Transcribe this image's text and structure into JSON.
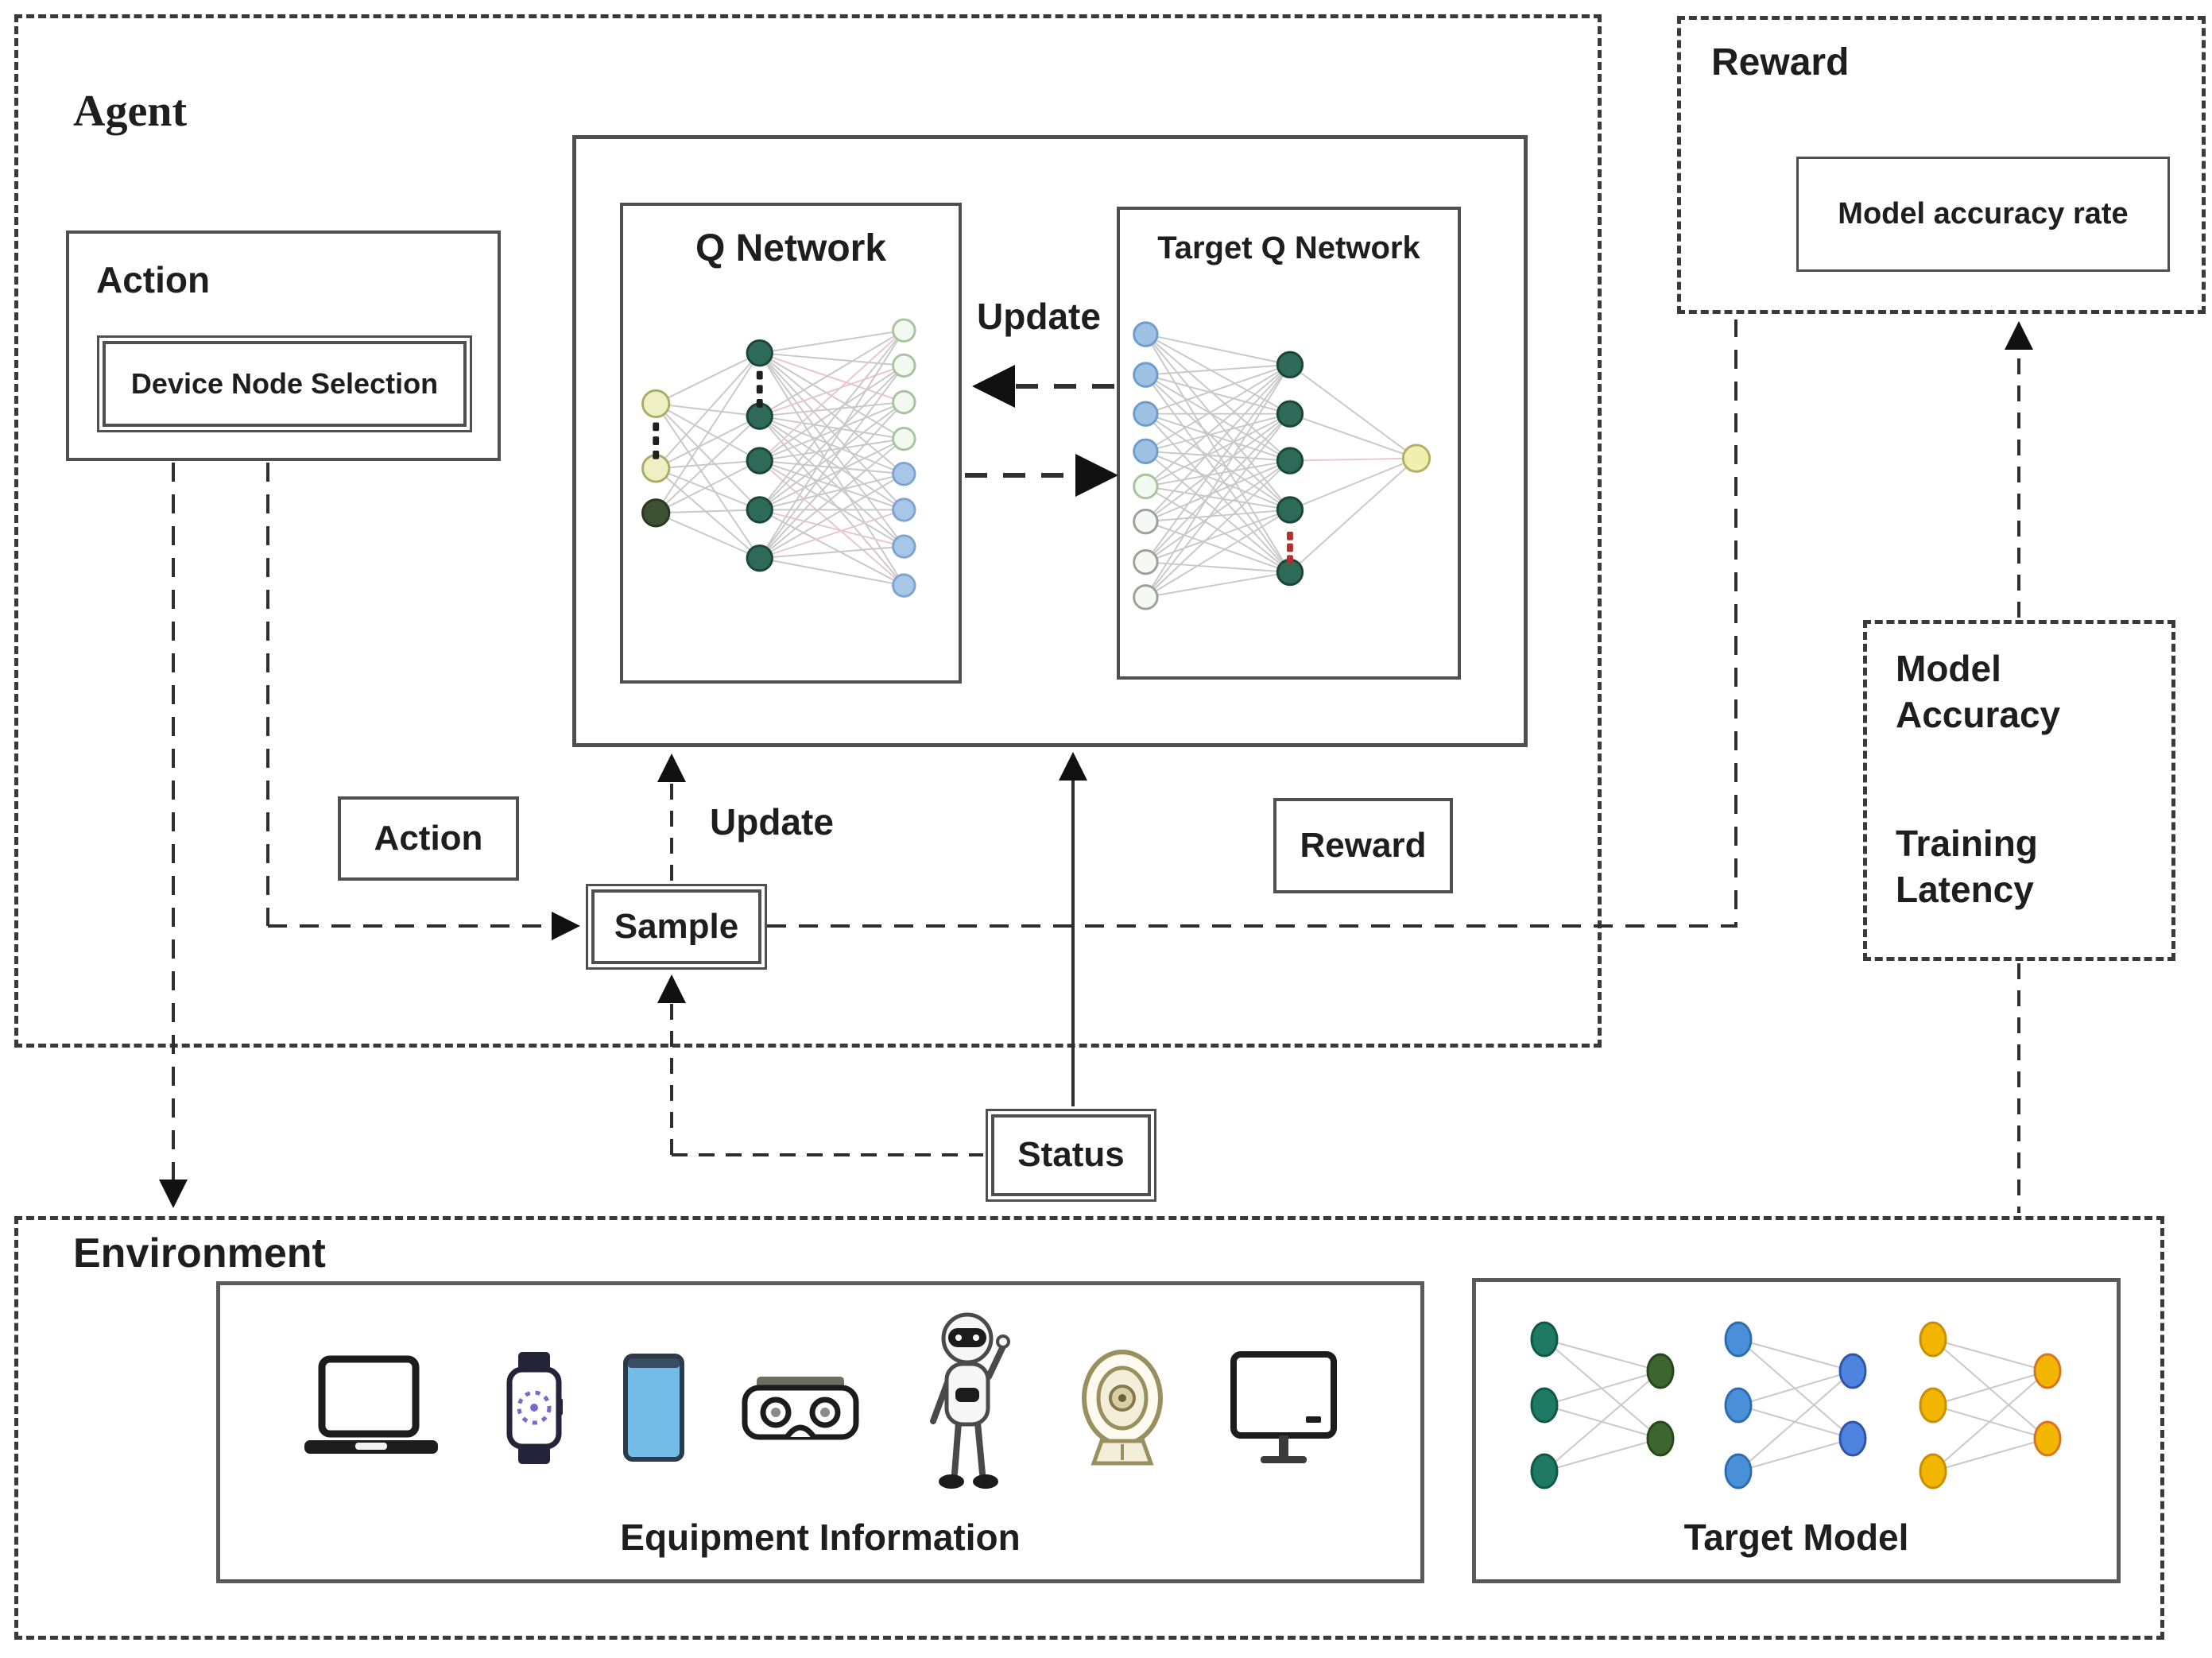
{
  "agent": {
    "label": "Agent",
    "action_panel": {
      "title": "Action",
      "item": "Device Node Selection"
    },
    "network_module": {
      "q_network_title": "Q Network",
      "target_q_network_title": "Target Q Network",
      "update_label": "Update"
    },
    "mid": {
      "action": "Action",
      "update": "Update",
      "sample": "Sample",
      "reward": "Reward"
    }
  },
  "status": {
    "label": "Status"
  },
  "reward_panel": {
    "title": "Reward",
    "item": "Model accuracy rate"
  },
  "metrics_panel": {
    "model_accuracy": "Model Accuracy",
    "training_latency": "Training Latency"
  },
  "environment": {
    "label": "Environment",
    "equipment": {
      "caption": "Equipment Information",
      "icons": [
        "laptop-icon",
        "smartwatch-icon",
        "smartphone-icon",
        "vr-headset-icon",
        "robot-icon",
        "webcam-icon",
        "monitor-icon"
      ]
    },
    "target_model": {
      "caption": "Target Model"
    }
  },
  "palette": {
    "border": "#4f4f4f",
    "dash": "#3a3a3a",
    "line": "#2f2f2f",
    "edge": "#c9c9c9",
    "edge_pink": "#e9c6ce",
    "red_dot": "#b03030",
    "black_dot": "#1f1f1f",
    "nodes": {
      "teal": [
        "#2d6a58",
        "#1c4638"
      ],
      "pale_yellow": [
        "#eef0c4",
        "#a9ac68"
      ],
      "dark_olive": [
        "#3c5233",
        "#29381f"
      ],
      "pale_green": [
        "#f3f8f0",
        "#a8c49e"
      ],
      "light_blue": [
        "#a7c6e8",
        "#7fa5cf"
      ],
      "blue": [
        "#9fc2e4",
        "#6d9ecb"
      ],
      "white": [
        "#f6f8f6",
        "#9aa29a"
      ],
      "yellow": [
        "#f0efae",
        "#b3b066"
      ],
      "tm_teal": [
        "#1f7a63",
        "#0e5a47"
      ],
      "tm_dark_green": [
        "#3d662e",
        "#27471d"
      ],
      "tm_blue": [
        "#4a90d9",
        "#2e6cb0"
      ],
      "tm_blue_dark": [
        "#4f83e0",
        "#2f55a8"
      ],
      "tm_gold": [
        "#f2b600",
        "#c98f00"
      ],
      "tm_gold_orange": [
        "#f2b600",
        "#d97425"
      ]
    }
  }
}
